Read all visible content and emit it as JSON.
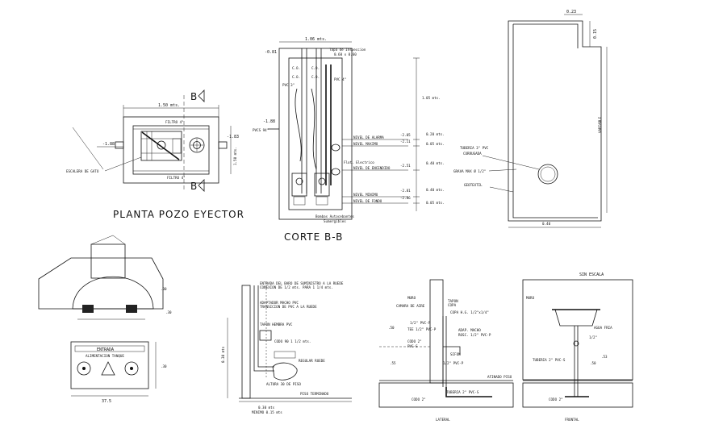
{
  "plan": {
    "title": "PLANTA POZO EYECTOR",
    "dim_width": "1.50 mts.",
    "filtro_top": "FILTRO 4\"",
    "filtro_bottom": "FILTRO 4\"",
    "level_left": "-1.88",
    "level_right": "-1.83",
    "dim_right": "1.50 mts.",
    "escalera": "ESCALERA DE GATO",
    "section_mark_top": "B",
    "section_mark_bottom": "B"
  },
  "section": {
    "title": "CORTE B-B",
    "dim_width": "1.06 mts.",
    "tapa": "Tapa de Inspeccion",
    "tapa_dim": "0.60 x 0.60",
    "level_top": "-0.81",
    "co_1": "C.O.",
    "co_2": "C.O.",
    "co_3": "C.O.",
    "co_4": "C.O.",
    "pvc_3": "PVC 3\"",
    "pvc_4": "PVC 4\"",
    "pvcs_left": "PVCS 94\"",
    "level_left": "-1.88",
    "nivel_alarma": "NIVEL DE ALARMA",
    "nivel_maximo": "NIVEL MAXIMO",
    "flot_electrico": "Flot. Electrico",
    "nivel_encendido": "NIVEL DE ENCENDIDO",
    "nivel_minimo": "NIVEL MINIMO",
    "nivel_fondo": "NIVEL DE FONDO",
    "bombas": "Bombas Autocebantes",
    "sumergibles": "Sumergibles",
    "lev_1": "-2.05",
    "lev_2": "-2.11",
    "lev_3": "-2.51",
    "lev_4": "-2.81",
    "lev_5": "-2.86",
    "dim_total": "1.05 mts.",
    "dim_1": "0.20 mts.",
    "dim_2": "0.05 mts.",
    "dim_3": "0.40 mts.",
    "dim_4": "0.40 mts.",
    "dim_5": "0.05 mts."
  },
  "wall": {
    "top_dim": "0.23",
    "side_dim": "0.15",
    "variable": "VARIABLE",
    "tuberia": "TUBERIA 3\" PVC",
    "corrugada": "CORRUGADA",
    "grava": "GRAVA MAX Ø 1/2\"",
    "geotextil": "GEOTEXTIL",
    "bottom_dim": "0.40"
  },
  "entrance": {
    "label": "ENTRADA",
    "sublabel": "ALIMENTACION TANQUE",
    "dim_height": ".30",
    "dim_right": ".30",
    "dim_bottom": ".30",
    "dim_width": "37.5"
  },
  "connection": {
    "note_1": "ENTRADA DEL BARO DE SUMINISTRO A LA RUEDE",
    "note_2": "CONEXION DE 1/2 mts. PARA 1 1/4 mts.",
    "note_3": "ADAPTADOR MACHO PVC",
    "note_4": "TRANSICION DE PVC A LA RUEDE",
    "note_5": "TAPON HEMBRA PVC",
    "note_6": "CODO 90 1 1/2 mts.",
    "note_7": "REGULAR RUEDE",
    "note_8": "ALTURA 30 DE PISO",
    "dim_1": "0.30 mts",
    "dim_2": "MINIMO 0.15 mts",
    "note_9": "PISO TERMINADO"
  },
  "lavabo": {
    "sin_escala": "SIN ESCALA",
    "muro": "MURO",
    "camara": "CAMARA DE AIRE",
    "tapon": "TAPON",
    "copa": "COPA",
    "copa_hg": "COPA H.G. 1/2\"x1/4\"",
    "p12": "1/2\" PVC-P",
    "tee": "TEE 1/2\" PVC-P",
    "adap": "ADAP. MACHO",
    "rosc": "ROSC. 1/2\" PVC-P",
    "codo": "CODO 2\"",
    "pvcs": "PVC-S",
    "sifon": "SIFON",
    "p12b": "1/2\" PVC-P",
    "d_50": ".50",
    "d_55": ".55",
    "afinado": "AFINADO PISO",
    "tuberia": "TUBERIA 2\" PVC-S",
    "codo_2": "CODO 2\"",
    "lateral": "LATERAL",
    "frontal": "FRONTAL",
    "muro_2": "MURO",
    "agua_fria": "AGUA FRIA",
    "r12": "1/2\"",
    "tuberia_3": "TUBERIA 2\" PVC-S",
    "d_50b": ".50",
    "d_53": ".53",
    "codo_3": "CODO 2\""
  }
}
